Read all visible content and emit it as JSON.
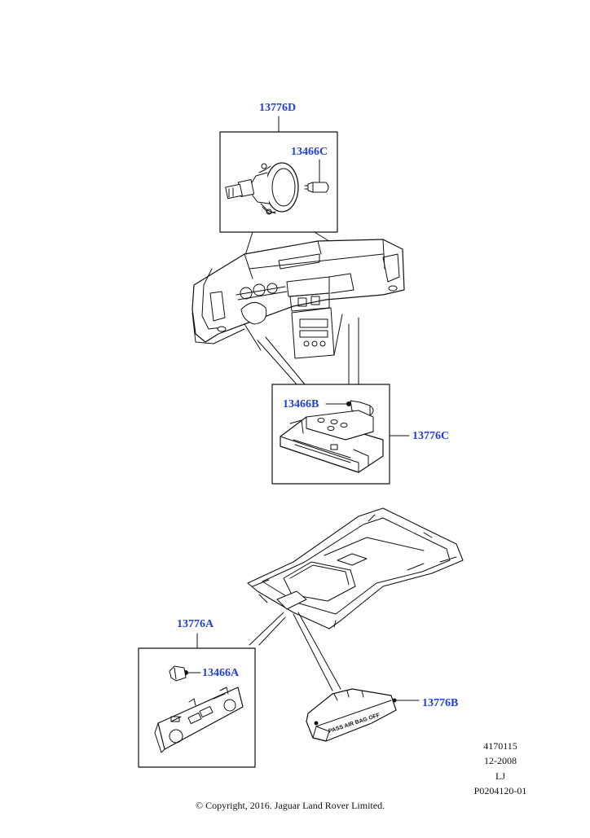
{
  "callouts": {
    "c13776D": "13776D",
    "c13466C": "13466C",
    "c13466B": "13466B",
    "c13776C": "13776C",
    "c13776A": "13776A",
    "c13466A": "13466A",
    "c13776B": "13776B"
  },
  "switch_panel_text": "PASS AIR BAG OFF",
  "drawing_info": {
    "number": "4170115",
    "date": "12-2008",
    "initials": "LJ",
    "part_ref": "P0204120-01"
  },
  "copyright": "© Copyright, 2016. Jaguar Land Rover Limited.",
  "colors": {
    "callout": "#1f3fd6",
    "line": "#111111"
  }
}
